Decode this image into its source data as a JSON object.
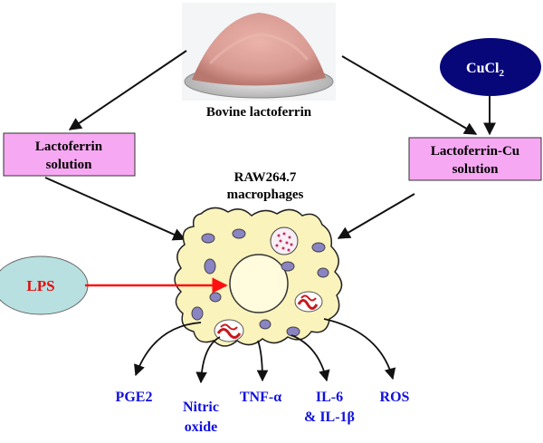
{
  "source_image": {
    "caption": "Bovine lactoferrin"
  },
  "reagents": {
    "copper": {
      "text": "CuCl",
      "subscript": "2"
    },
    "lps": {
      "text": "LPS"
    }
  },
  "boxes": {
    "left": {
      "line1": "Lactoferrin",
      "line2": "solution"
    },
    "right": {
      "line1": "Lactoferrin-Cu",
      "line2": "solution"
    }
  },
  "cell": {
    "line1": "RAW264.7",
    "line2": "macrophages"
  },
  "outputs": [
    {
      "line1": "PGE2",
      "line2": ""
    },
    {
      "line1": "Nitric",
      "line2": "oxide"
    },
    {
      "line1": "TNF-α",
      "line2": ""
    },
    {
      "line1": "IL-6",
      "line2": "& IL-1β"
    },
    {
      "line1": "ROS",
      "line2": ""
    }
  ],
  "colors": {
    "box_fill": "#f7a8f2",
    "copper_fill": "#07077a",
    "lps_fill": "#b8e0e0",
    "lps_text": "#e01010",
    "lps_arrow": "#ff1010",
    "cell_fill": "#fbf3bc",
    "nucleus_fill": "#fffbdc",
    "vesicle_fill": "#8b84c4",
    "output_text": "#1010e0",
    "mito_red": "#c8181c",
    "powder": "#d89a92"
  }
}
